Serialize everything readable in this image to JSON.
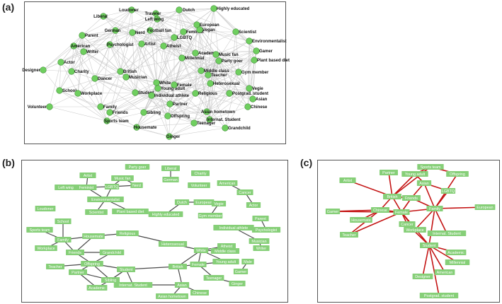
{
  "panels": {
    "a": {
      "label": "(a)"
    },
    "b": {
      "label": "(b)"
    },
    "c": {
      "label": "(c)"
    }
  },
  "colors": {
    "node_fill": "#6fcf5f",
    "node_stroke": "#3f8f35",
    "edge_gray": "#c8c8c8",
    "box_fill": "#86cf78",
    "edge_dark": "#4a4a4a",
    "edge_red": "#c41414"
  },
  "network_a_nodes": [
    "Loudoner",
    "Traveler",
    "Dutch",
    "Highly educated",
    "Liberal",
    "Left wing",
    "European",
    "Parent",
    "German",
    "Football fan",
    "Feminist",
    "Scientist",
    "Nerd",
    "Vegan",
    "LGBTQ",
    "American",
    "Artist",
    "Atheist",
    "Environmentalist",
    "Psychologist",
    "Gamer",
    "Writer",
    "Academic",
    "Music fan",
    "Plant based diet",
    "Millennial",
    "Party goer",
    "Designer",
    "Actor",
    "Charity",
    "British",
    "White",
    "Middle class",
    "Gym member",
    "Dancer",
    "Musician",
    "Young adult",
    "Teacher",
    "School",
    "Workplace",
    "Student",
    "Female",
    "Heterosexual",
    "Vegie",
    "Individual athlete",
    "Religious",
    "Postgrad. student",
    "Volunteer",
    "Partner",
    "Asian",
    "Family",
    "Chinese",
    "Asian hometown",
    "Friends",
    "Sibling",
    "Offspring",
    "Internat. Student",
    "Sports team",
    "Teenager",
    "Housemate",
    "Grandchild",
    "Ginger"
  ],
  "network_b_nodes": [
    "Party goer",
    "Liberal",
    "Artist",
    "Music fan",
    "German",
    "Charity",
    "American",
    "Left wing",
    "Feminist",
    "LGBTQ",
    "Nerd",
    "Volunteer",
    "Cancer",
    "Environmentalist",
    "Dutch",
    "European",
    "Vegie",
    "Actor",
    "Loudoner",
    "Scientist",
    "Plant based diet",
    "Highly educated",
    "Gym member",
    "Parent",
    "School",
    "Individual athlete",
    "Psychologist",
    "Sports team",
    "Housemate",
    "Religious",
    "Middle class",
    "Family",
    "Writer",
    "Workplace",
    "Heterosexual",
    "Atheist",
    "Musician",
    "Friends",
    "Grandchild",
    "White",
    "Offspring",
    "Young adult",
    "Teacher",
    "Male",
    "Student",
    "British",
    "Female",
    "Gamer",
    "Partner",
    "Teenager",
    "Academic",
    "Sibling",
    "Internat. Student",
    "Asian",
    "Ginger",
    "Chinese",
    "Asian hometown"
  ],
  "network_c_nodes": [
    "Sports team",
    "Partner",
    "Young adult",
    "Offspring",
    "Artist",
    "Asian",
    "LGBTQ",
    "British",
    "Friends",
    "Gamer",
    "Chinese",
    "Female",
    "Family",
    "European",
    "Housemate",
    "Cancer",
    "Workplace",
    "Internat. Student",
    "Teacher",
    "Student",
    "Academic",
    "Millennial",
    "American",
    "Designer",
    "Postgrad. student"
  ]
}
